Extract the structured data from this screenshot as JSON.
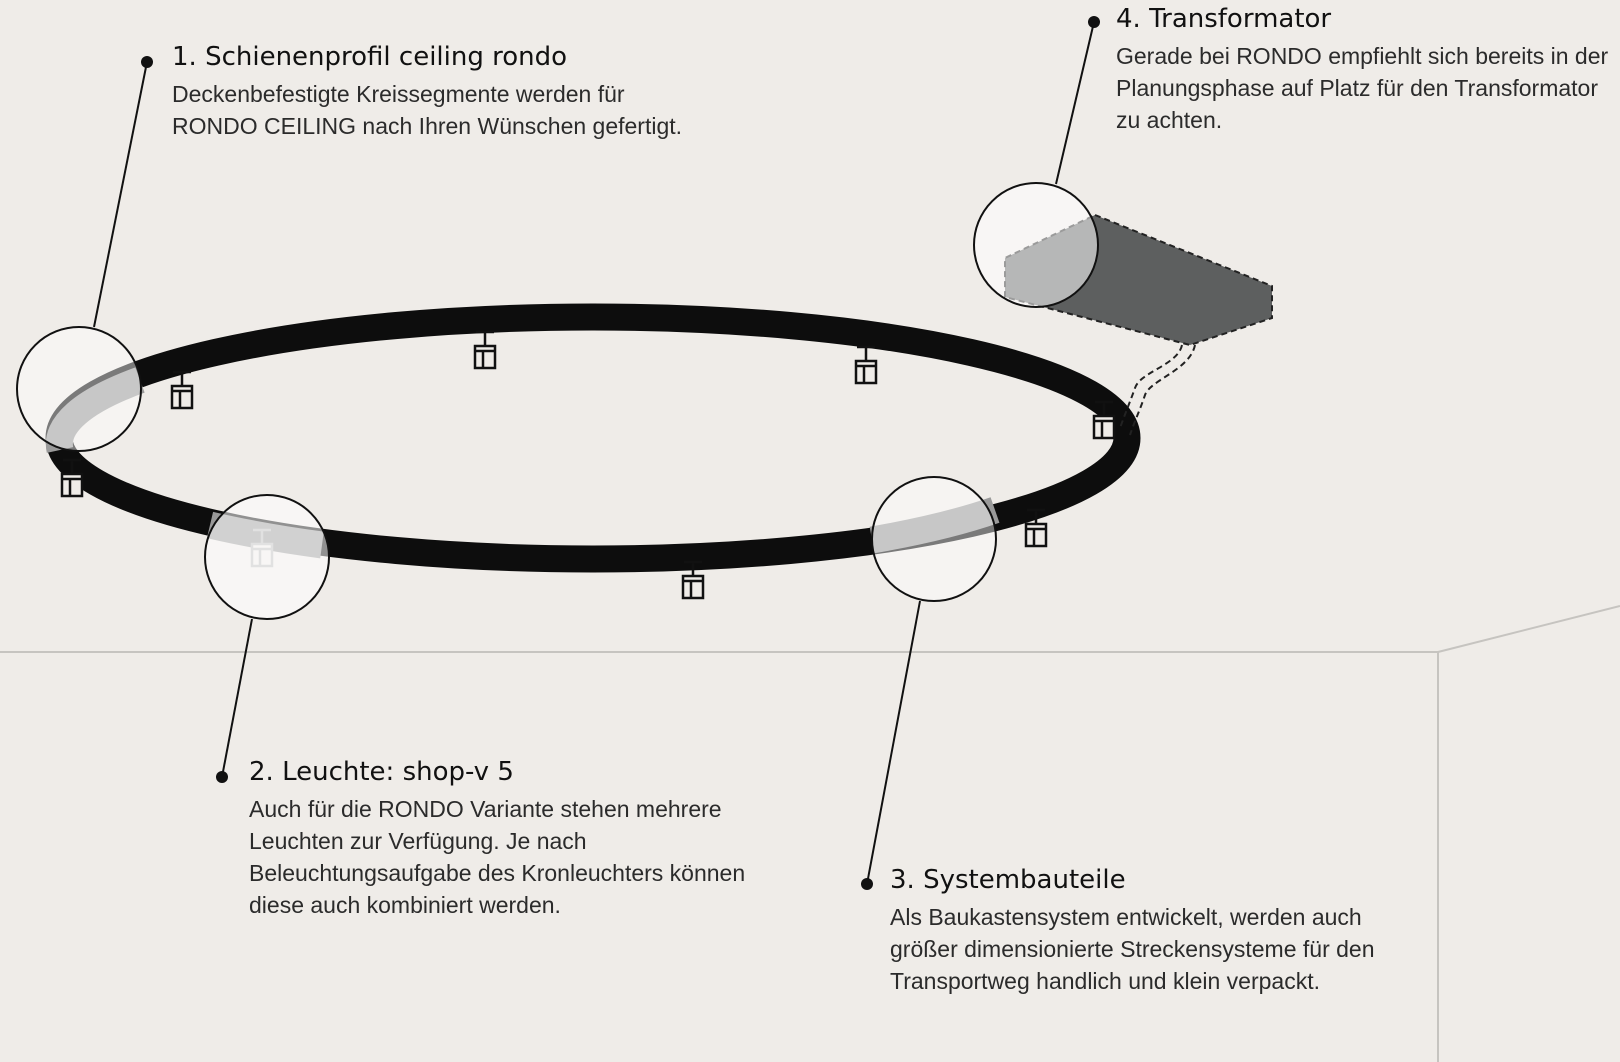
{
  "callouts": [
    {
      "title": "1. Schienenprofil ceiling rondo",
      "text": "Deckenbefestigte Kreissegmente werden für RONDO CEILING nach Ihren Wünschen gefertigt."
    },
    {
      "title": "2. Leuchte: shop-v 5",
      "text": "Auch für die RONDO Variante stehen mehrere Leuchten zur Verfügung. Je nach Beleuchtungsaufgabe des Kronleuchters können diese auch kombiniert werden."
    },
    {
      "title": "3. Systembauteile",
      "text": "Als Baukastensystem entwickelt, werden auch größer dimensionierte Streckensysteme für den Transportweg handlich und klein verpackt."
    },
    {
      "title": "4. Transformator",
      "text": "Gerade bei RONDO empfiehlt sich bereits in der Planungsphase auf Platz für den Transformator zu achten."
    }
  ],
  "colors": {
    "background": "#efece8",
    "ring": "#0d0d0d",
    "highlight": "#9a9a9a",
    "transformer": "#5d5f5f",
    "wall_lines": "#c6c4c0"
  },
  "icons": [
    "track-ring",
    "spotlight-icon",
    "transformer-box",
    "magnifier-circle"
  ]
}
